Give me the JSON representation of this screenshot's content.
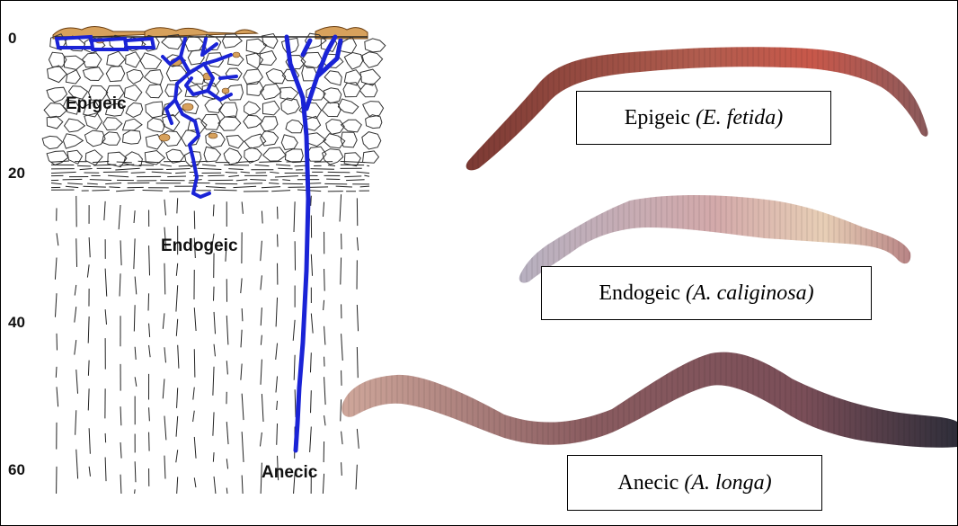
{
  "depth_axis": {
    "ticks": [
      "0",
      "20",
      "40",
      "60"
    ]
  },
  "zones": {
    "epigeic": "Epigeic",
    "endogeic": "Endogeic",
    "anecic": "Anecic"
  },
  "captions": [
    {
      "category": "Epigeic",
      "species": "(E. fetida)"
    },
    {
      "category": "Endogeic",
      "species": "(A. caliginosa)"
    },
    {
      "category": "Anecic",
      "species": "(A. longa)"
    }
  ],
  "colors": {
    "burrow": "#1a23d6",
    "litter": "#d7a15c",
    "worm_epigeic": "#a5544a",
    "worm_endogeic": "#c8a0a4",
    "worm_anecic": "#8e5a60"
  }
}
